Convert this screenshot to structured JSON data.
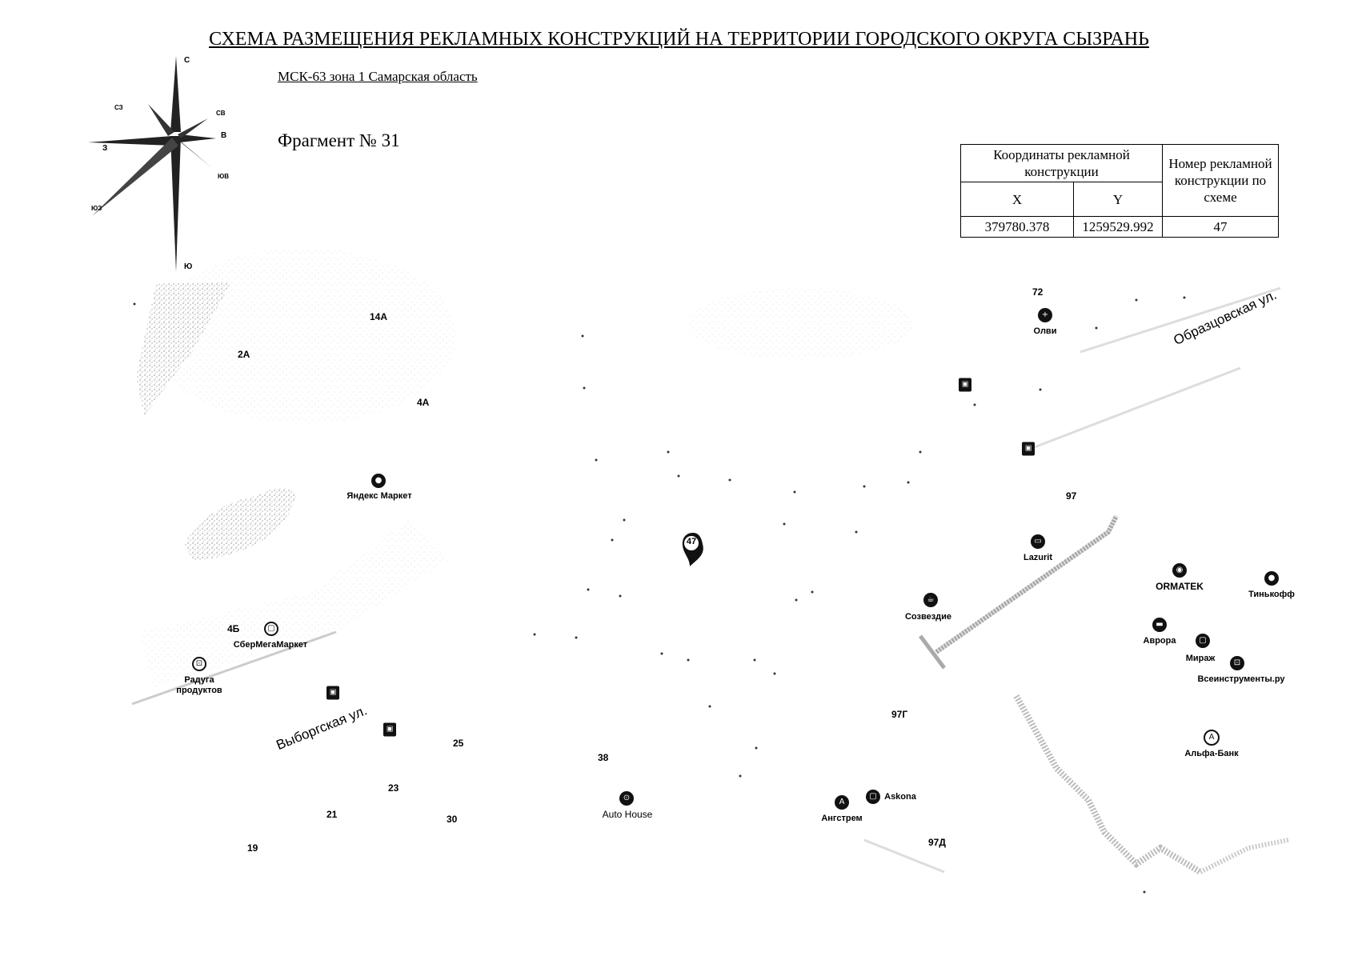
{
  "header": {
    "title": "СХЕМА РАЗМЕЩЕНИЯ РЕКЛАМНЫХ КОНСТРУКЦИЙ НА ТЕРРИТОРИИ ГОРОДСКОГО ОКРУГА СЫЗРАНЬ",
    "subtitle": "МСК-63 зона 1 Самарская область",
    "fragment": "Фрагмент № 31"
  },
  "compass": {
    "n": "С",
    "s": "Ю",
    "e": "В",
    "w": "З",
    "ne": "СВ",
    "nw": "СЗ",
    "se": "ЮВ",
    "sw": "ЮЗ"
  },
  "table": {
    "coords_header": "Координаты рекламной конструкции",
    "number_header": "Номер рекламной конструкции по схеме",
    "x_header": "X",
    "y_header": "Y",
    "row": {
      "x": "379780.378",
      "y": "1259529.992",
      "number": "47"
    }
  },
  "marker": {
    "label": "47"
  },
  "streets": {
    "vyborgskaya": "Выборгская ул.",
    "obraztsovskaya": "Образцовская ул."
  },
  "places": {
    "yandex_market": "Яндекс Маркет",
    "olvi": "Олви",
    "lazurit": "Lazurit",
    "ormatek": "ORMATEK",
    "tinkoff": "Тинькофф",
    "sozvezdie": "Созвездие",
    "avrora": "Аврора",
    "mirazh": "Мираж",
    "vseinstrumenty": "Всеинструменты.ру",
    "alfa_bank": "Альфа-Банк",
    "askona": "Askona",
    "angstrem": "Ангстрем",
    "auto_house": "Auto House",
    "sbermegamarket": "СберМегаМаркет",
    "raduga": "Радуга продуктов"
  },
  "house_numbers": {
    "n14a": "14А",
    "n2a": "2А",
    "n4a": "4А",
    "n72": "72",
    "n97": "97",
    "n4b": "4Б",
    "n25": "25",
    "n23": "23",
    "n21": "21",
    "n30": "30",
    "n19": "19",
    "n38": "38",
    "n97g": "97Г",
    "n97d": "97Д"
  }
}
